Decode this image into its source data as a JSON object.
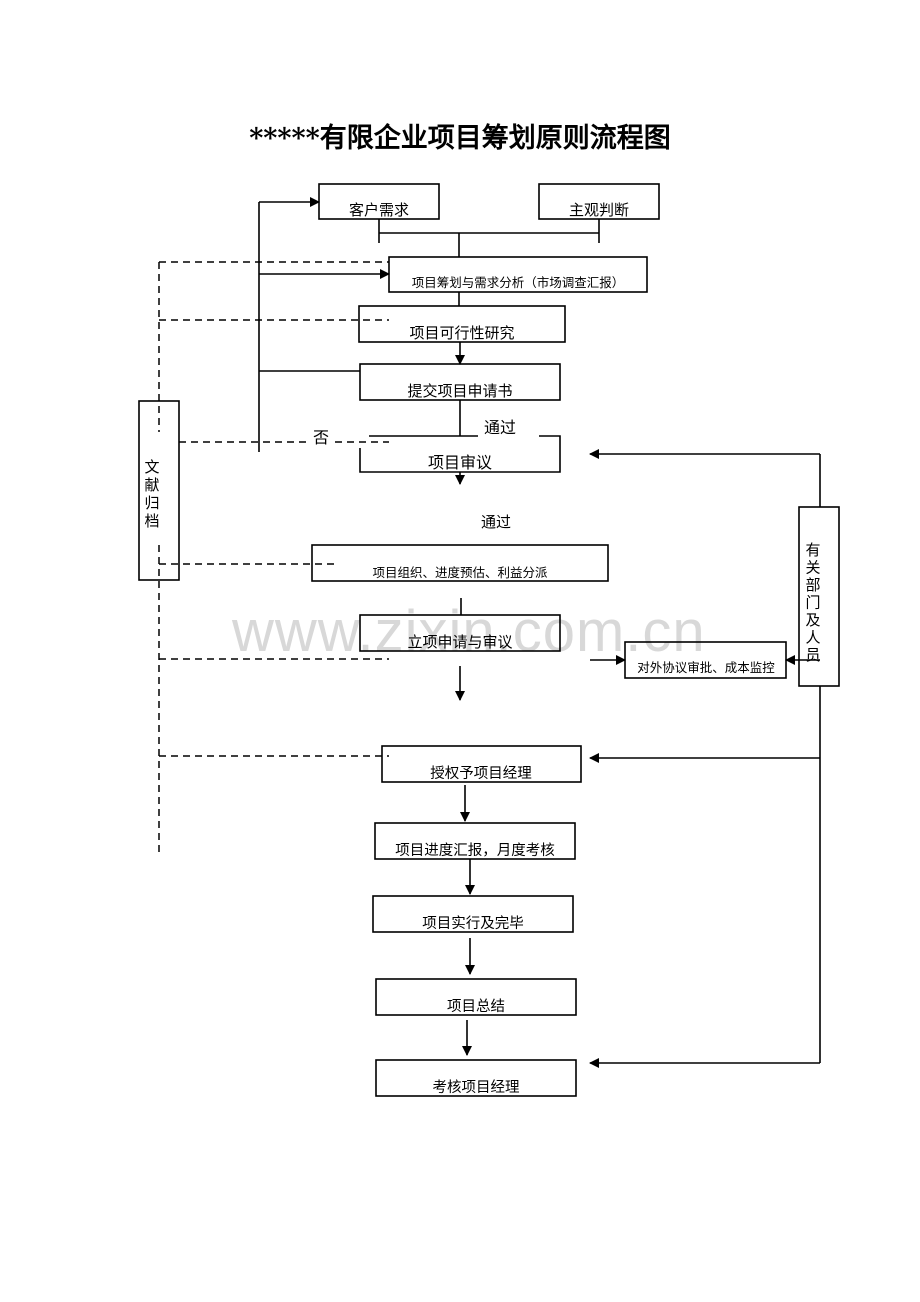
{
  "title": "*****有限企业项目筹划原则流程图",
  "watermark": "www.zixin.com.cn",
  "colors": {
    "line": "#000000",
    "background": "#ffffff",
    "watermark": "#d8d8d8"
  },
  "nodes": {
    "customer_demand": "客户需求",
    "subjective_judgment": "主观判断",
    "planning_analysis": "项目筹划与需求分析（市场调查汇报）",
    "feasibility": "项目可行性研究",
    "submit_application": "提交项目申请书",
    "project_review": "项目审议",
    "organization": "项目组织、进度预估、利益分派",
    "approval_review": "立项申请与审议",
    "external_approval": "对外协议审批、成本监控",
    "authorize_pm": "授权予项目经理",
    "progress_report": "项目进度汇报，月度考核",
    "implementation": "项目实行及完毕",
    "summary": "项目总结",
    "evaluate_pm": "考核项目经理",
    "archive": "文献归档",
    "departments": "有关部门及人员"
  },
  "labels": {
    "no": "否",
    "pass_1": "通过",
    "pass_2": "通过"
  }
}
